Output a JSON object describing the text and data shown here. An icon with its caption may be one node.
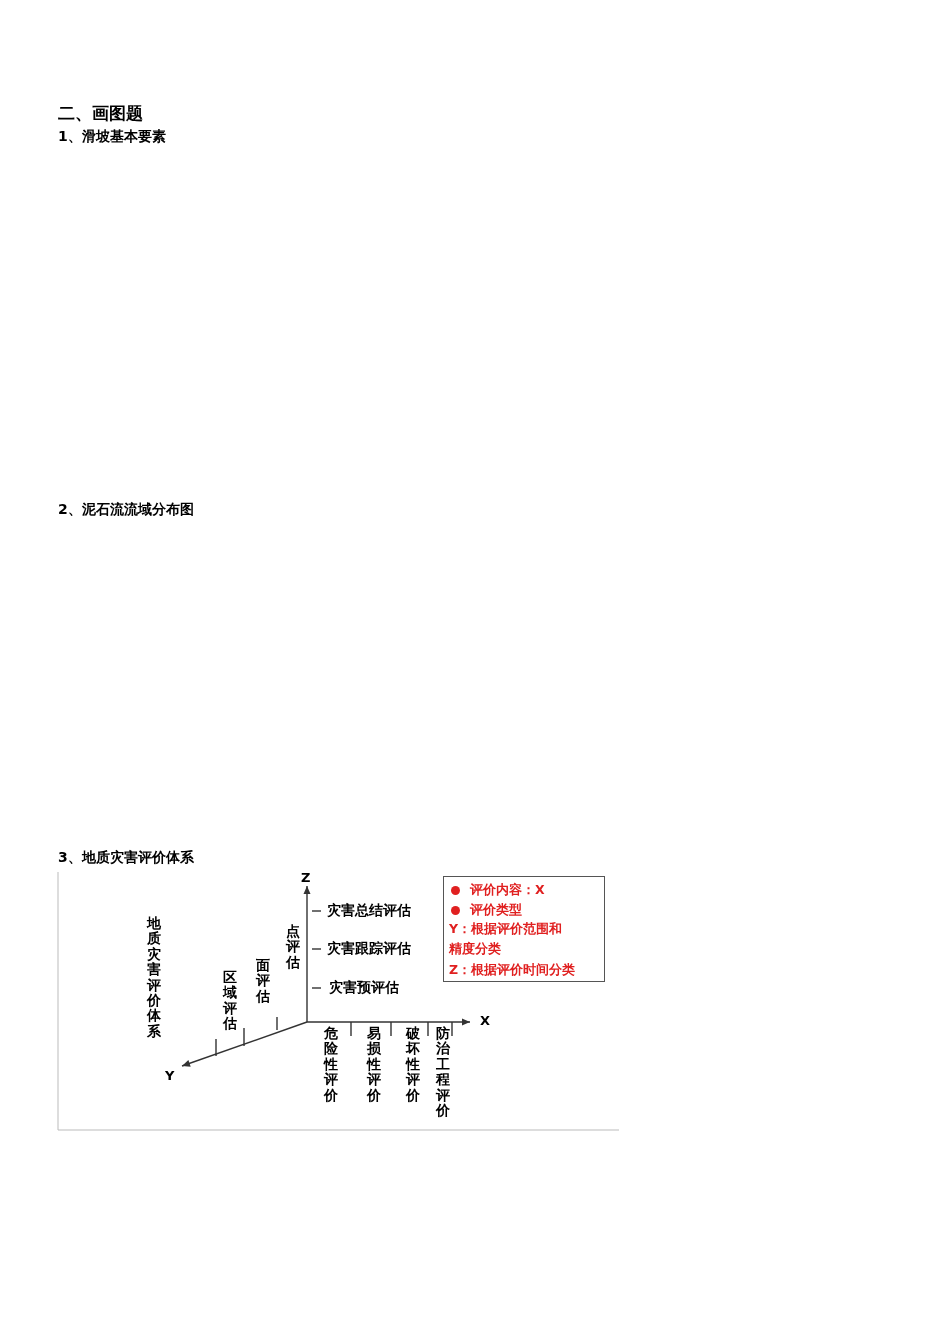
{
  "diagram": {
    "title": "二、画图题",
    "nodes": [
      {
        "text": [
          "评价内容：X",
          "评价类型",
          "Y：根据评价范围和精度分类",
          "Z：根据评价时间分类"
        ]
      }
    ],
    "labels": [
      "1、滑坡基本要素",
      "2、泥石流流域分布图",
      "3、地质灾害评价体系",
      "Z",
      "灾害总结评估",
      "地质灾害评价体系",
      "点评估",
      "灾害跟踪评估",
      "面评估",
      "区域评估",
      "灾害预评估",
      "X",
      "危险性评价",
      "易损性评价",
      "破坏性评价",
      "防治工程评价",
      "Y"
    ]
  }
}
